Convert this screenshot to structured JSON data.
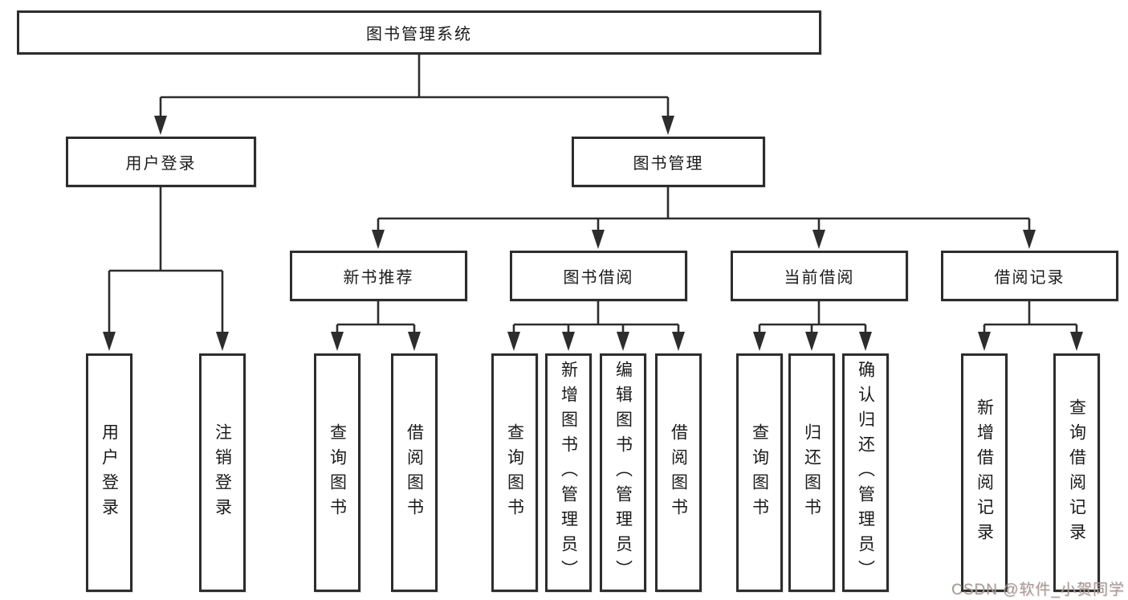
{
  "colors": {
    "line": "#2d2d2d",
    "box_border": "#2d2d2d",
    "text": "#1a1a1a",
    "watermark": "#9e9e9e"
  },
  "watermark": {
    "text": "CSDN @软件_小贺同学"
  },
  "tree": {
    "root": {
      "label": "图书管理系统"
    },
    "user_login": {
      "label": "用户登录",
      "children": [
        "用户登录",
        "注销登录"
      ]
    },
    "book_management": {
      "label": "图书管理",
      "sections": [
        {
          "label": "新书推荐",
          "children": [
            "查询图书",
            "借阅图书"
          ]
        },
        {
          "label": "图书借阅",
          "children": [
            "查询图书",
            "新增图书（管理员）",
            "编辑图书（管理员）",
            "借阅图书"
          ]
        },
        {
          "label": "当前借阅",
          "children": [
            "查询图书",
            "归还图书",
            "确认归还（管理员）"
          ]
        },
        {
          "label": "借阅记录",
          "children": [
            "新增借阅记录",
            "查询借阅记录"
          ]
        }
      ]
    }
  }
}
